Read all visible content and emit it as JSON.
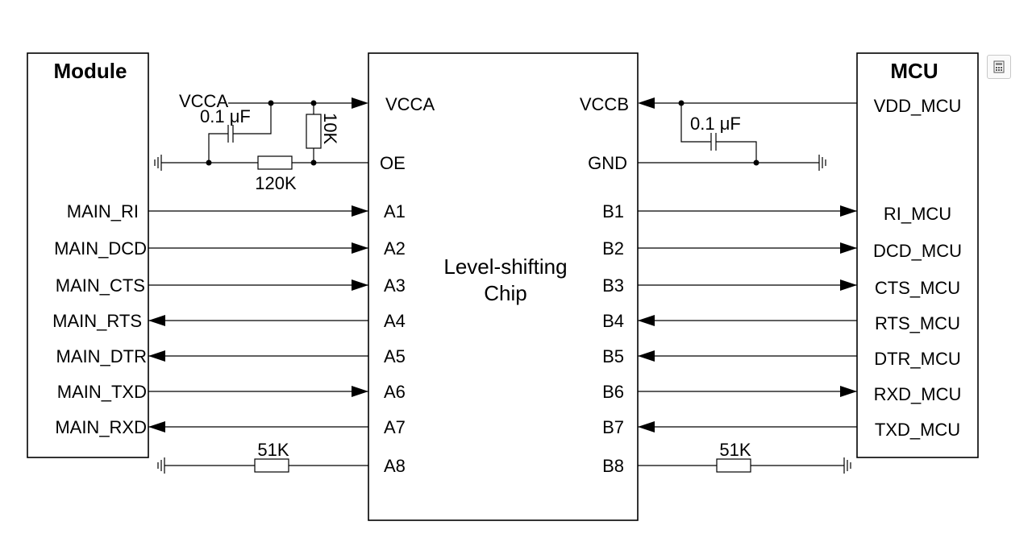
{
  "module": {
    "title": "Module",
    "pins": [
      "MAIN_RI",
      "MAIN_DCD",
      "MAIN_CTS",
      "MAIN_RTS",
      "MAIN_DTR",
      "MAIN_TXD",
      "MAIN_RXD"
    ]
  },
  "mcu": {
    "title": "MCU",
    "vdd": "VDD_MCU",
    "pins": [
      "RI_MCU",
      "DCD_MCU",
      "CTS_MCU",
      "RTS_MCU",
      "DTR_MCU",
      "RXD_MCU",
      "TXD_MCU"
    ]
  },
  "chip": {
    "line1": "Level-shifting",
    "line2": "Chip",
    "vcca": "VCCA",
    "vccb": "VCCB",
    "oe": "OE",
    "gnd": "GND",
    "a_pins": [
      "A1",
      "A2",
      "A3",
      "A4",
      "A5",
      "A6",
      "A7",
      "A8"
    ],
    "b_pins": [
      "B1",
      "B2",
      "B3",
      "B4",
      "B5",
      "B6",
      "B7",
      "B8"
    ]
  },
  "parts": {
    "vcca_net": "VCCA",
    "cap_left": "0.1 μF",
    "cap_right": "0.1 μF",
    "r_pullup": "10K",
    "r_oe": "120K",
    "r_a8": "51K",
    "r_b8": "51K"
  },
  "toolbar": {
    "icon": "calculator-icon"
  }
}
